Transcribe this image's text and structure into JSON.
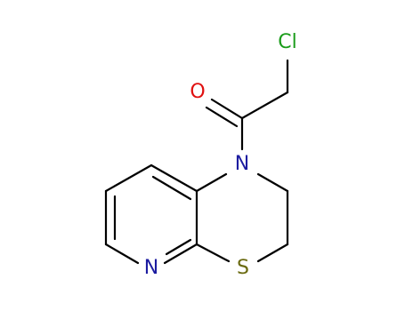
{
  "molecule": {
    "atoms": {
      "cl": {
        "label": "Cl",
        "color": "#1a9c1a"
      },
      "o": {
        "label": "O",
        "color": "#e01010"
      },
      "n1": {
        "label": "N",
        "color": "#1c1ca0"
      },
      "n2": {
        "label": "N",
        "color": "#1c1ca0"
      },
      "s": {
        "label": "S",
        "color": "#6a6a10"
      }
    },
    "bond_color": "#000000"
  }
}
